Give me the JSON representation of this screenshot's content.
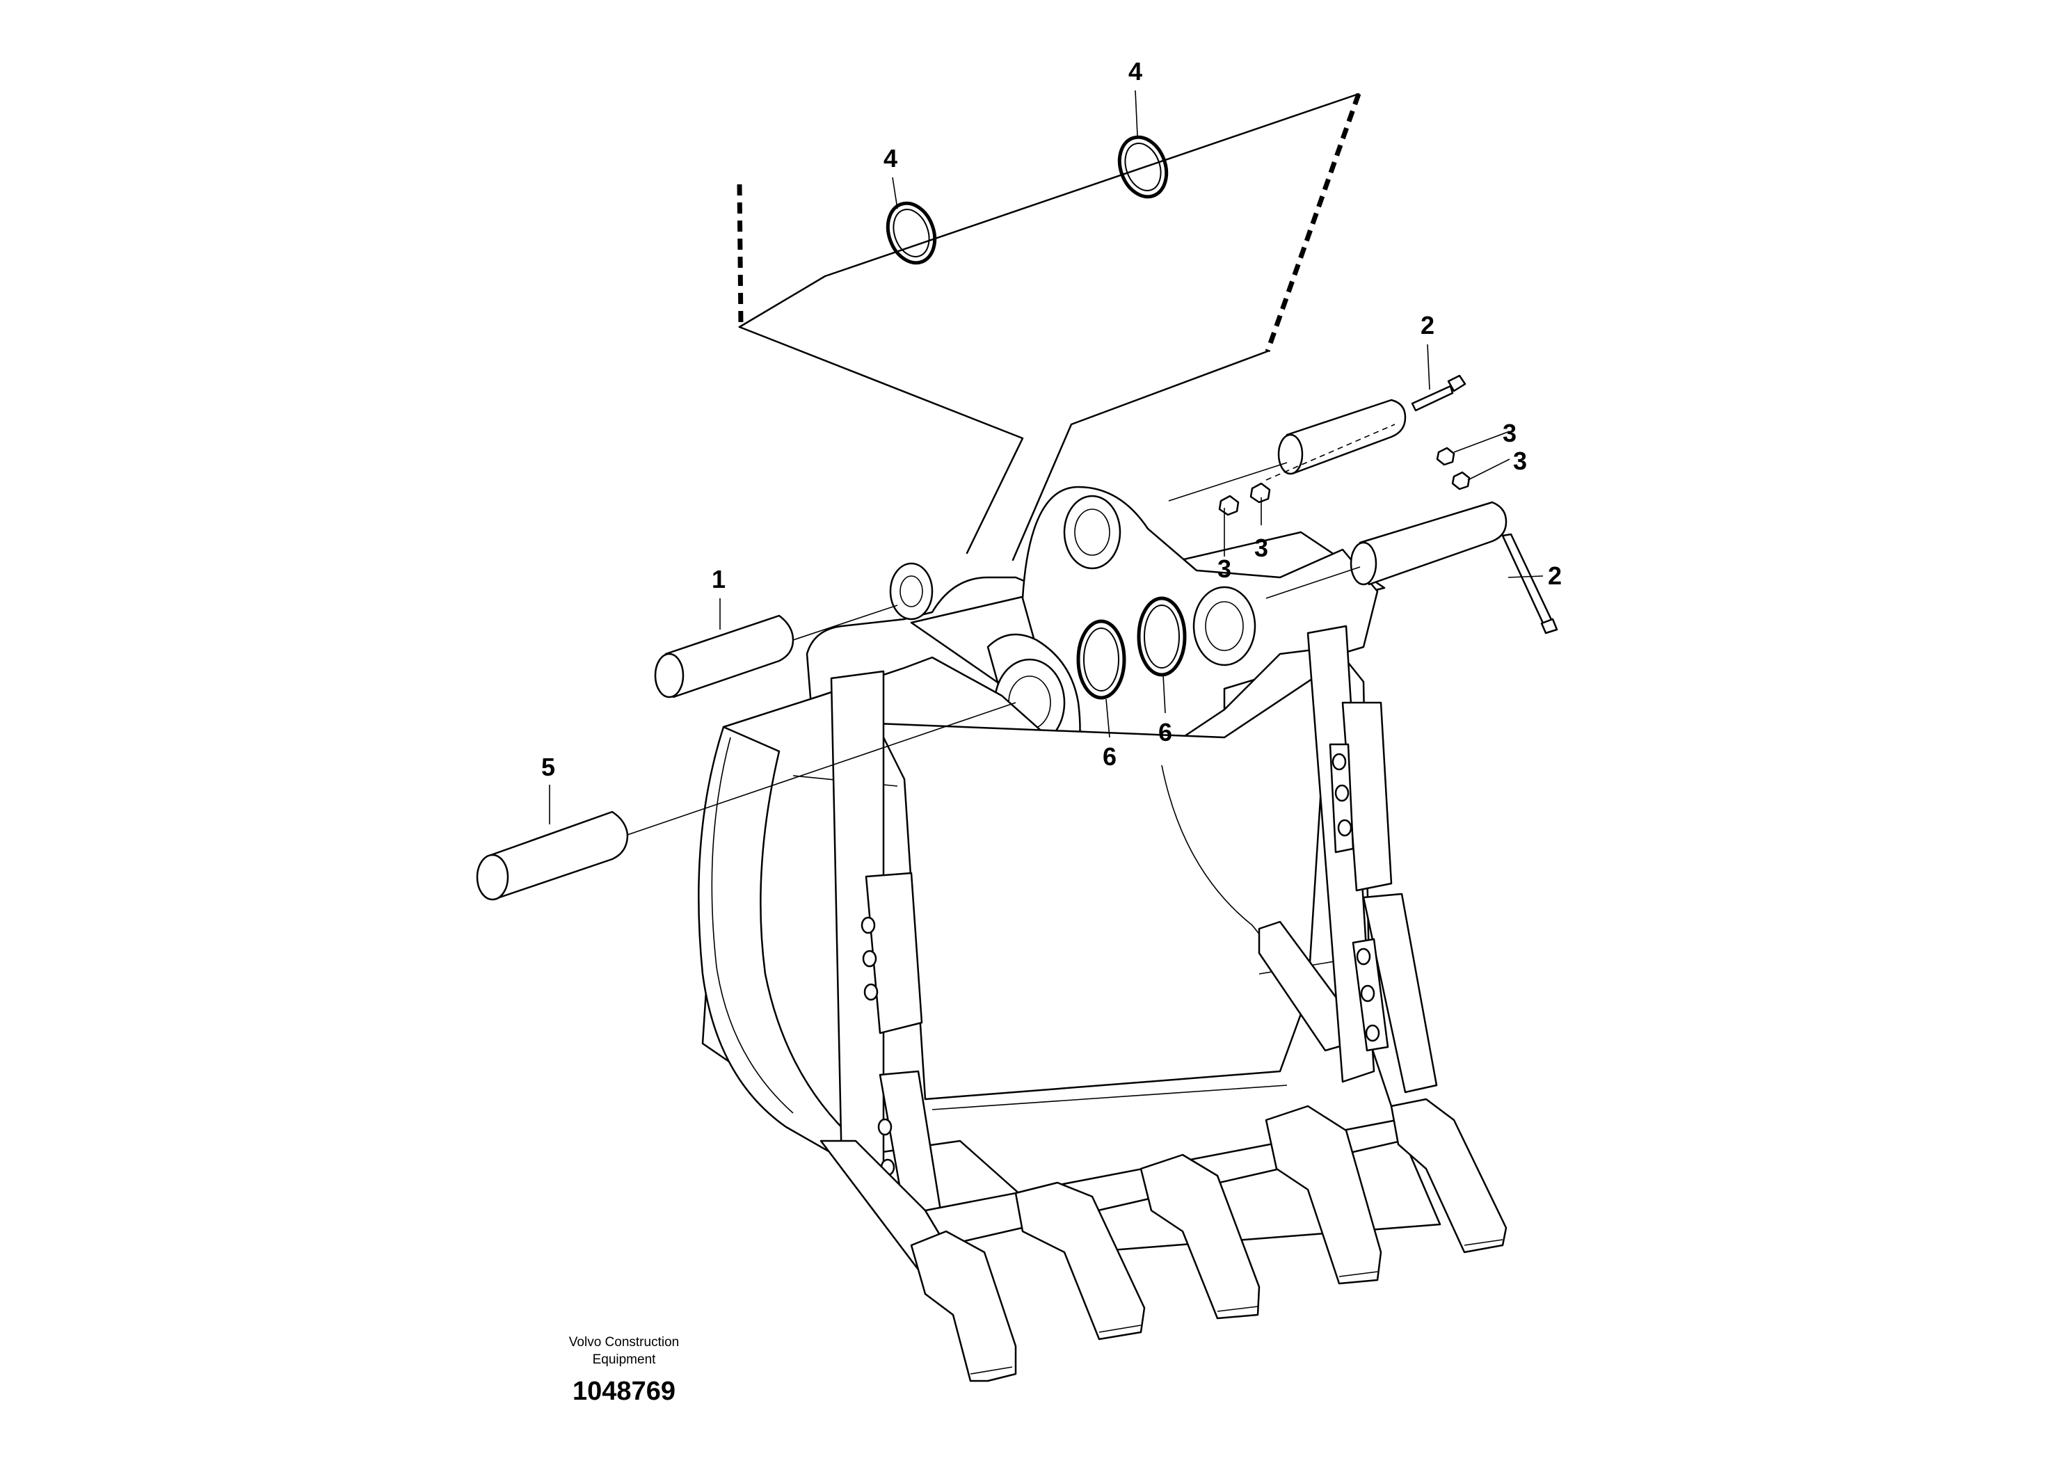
{
  "callouts": [
    "4",
    "4",
    "2",
    "3",
    "3",
    "3",
    "3",
    "1",
    "2",
    "5",
    "6",
    "6"
  ],
  "footer": {
    "company_line1": "Volvo Construction",
    "company_line2": "Equipment",
    "part_number": "1048769"
  }
}
